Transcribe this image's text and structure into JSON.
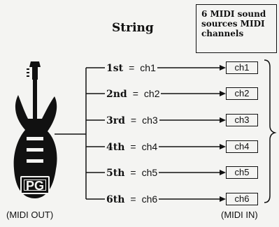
{
  "title": "String",
  "header_box": {
    "lines": [
      "6 MIDI sound",
      "sources MIDI",
      "channels"
    ]
  },
  "rows": [
    {
      "ordinal": "1st",
      "eq": "=",
      "channel": "ch1",
      "box": "ch1"
    },
    {
      "ordinal": "2nd",
      "eq": "=",
      "channel": "ch2",
      "box": "ch2"
    },
    {
      "ordinal": "3rd",
      "eq": "=",
      "channel": "ch3",
      "box": "ch3"
    },
    {
      "ordinal": "4th",
      "eq": "=",
      "channel": "ch4",
      "box": "ch4"
    },
    {
      "ordinal": "5th",
      "eq": "=",
      "channel": "ch5",
      "box": "ch5"
    },
    {
      "ordinal": "6th",
      "eq": "=",
      "channel": "ch6",
      "box": "ch6"
    }
  ],
  "guitar_logo": "PG",
  "captions": {
    "left": "(MIDI OUT)",
    "right": "(MIDI IN)"
  }
}
